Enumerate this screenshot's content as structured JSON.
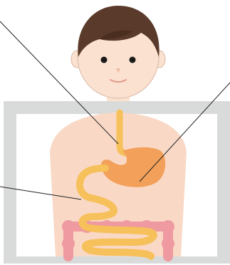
{
  "diagram": {
    "subject": "digestive-system",
    "labels": [],
    "callouts": [
      {
        "name": "esophagus-callout",
        "target": "esophagus"
      },
      {
        "name": "stomach-callout",
        "target": "stomach"
      },
      {
        "name": "small-intestine-callout",
        "target": "small-intestine"
      }
    ]
  },
  "colors": {
    "frame": "#d9dbda",
    "inner_panel": "#ffffff",
    "torso": "#f9d9c6",
    "skin": "#fbe1cf",
    "hair": "#5a3a2a",
    "esophagus": "#f6c05a",
    "stomach": "#f2a05a",
    "small_intestine": "#f6c05a",
    "large_intestine": "#ee9aa0",
    "callout_line": "#222222"
  }
}
